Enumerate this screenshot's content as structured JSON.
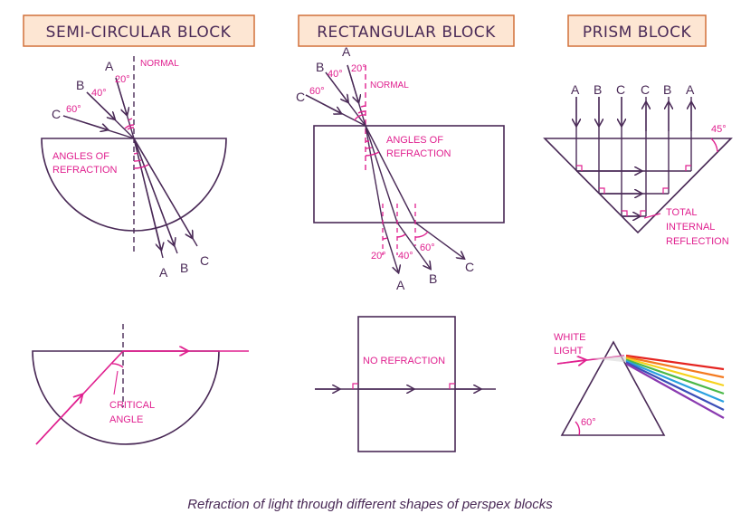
{
  "headers": {
    "semi": "SEMI-CIRCULAR BLOCK",
    "rect": "RECTANGULAR BLOCK",
    "prism": "PRISM BLOCK"
  },
  "semi_top": {
    "ray_a": "A",
    "ray_b": "B",
    "ray_c": "C",
    "angle_a": "20°",
    "angle_b": "40°",
    "angle_c": "60°",
    "normal": "NORMAL",
    "refraction_1": "ANGLES OF",
    "refraction_2": "REFRACTION",
    "out_a": "A",
    "out_b": "B",
    "out_c": "C"
  },
  "rect_top": {
    "ray_a": "A",
    "ray_b": "B",
    "ray_c": "C",
    "angle_a": "20°",
    "angle_b": "40°",
    "angle_c": "60°",
    "normal": "NORMAL",
    "refraction_1": "ANGLES OF",
    "refraction_2": "REFRACTION",
    "out_angle_a": "20°",
    "out_angle_b": "40°",
    "out_angle_c": "60°",
    "out_a": "A",
    "out_b": "B",
    "out_c": "C"
  },
  "prism_top": {
    "in_labels": [
      "A",
      "B",
      "C"
    ],
    "out_labels": [
      "C",
      "B",
      "A"
    ],
    "angle": "45°",
    "tir_1": "TOTAL",
    "tir_2": "INTERNAL",
    "tir_3": "REFLECTION"
  },
  "semi_bottom": {
    "critical_1": "CRITICAL",
    "critical_2": "ANGLE"
  },
  "rect_bottom": {
    "no_refraction": "NO REFRACTION"
  },
  "prism_bottom": {
    "white_1": "WHITE",
    "white_2": "LIGHT",
    "angle": "60°"
  },
  "caption": "Refraction of light through different shapes of perspex blocks",
  "colors": {
    "outline": "#4a2a57",
    "ray": "#e0208f",
    "header_bg": "#fde6d3",
    "header_border": "#d2703a"
  },
  "spectrum": [
    "#e52420",
    "#f47a20",
    "#f6d21c",
    "#4bb848",
    "#2aa0e0",
    "#3b4fb8",
    "#8a3ab0"
  ]
}
